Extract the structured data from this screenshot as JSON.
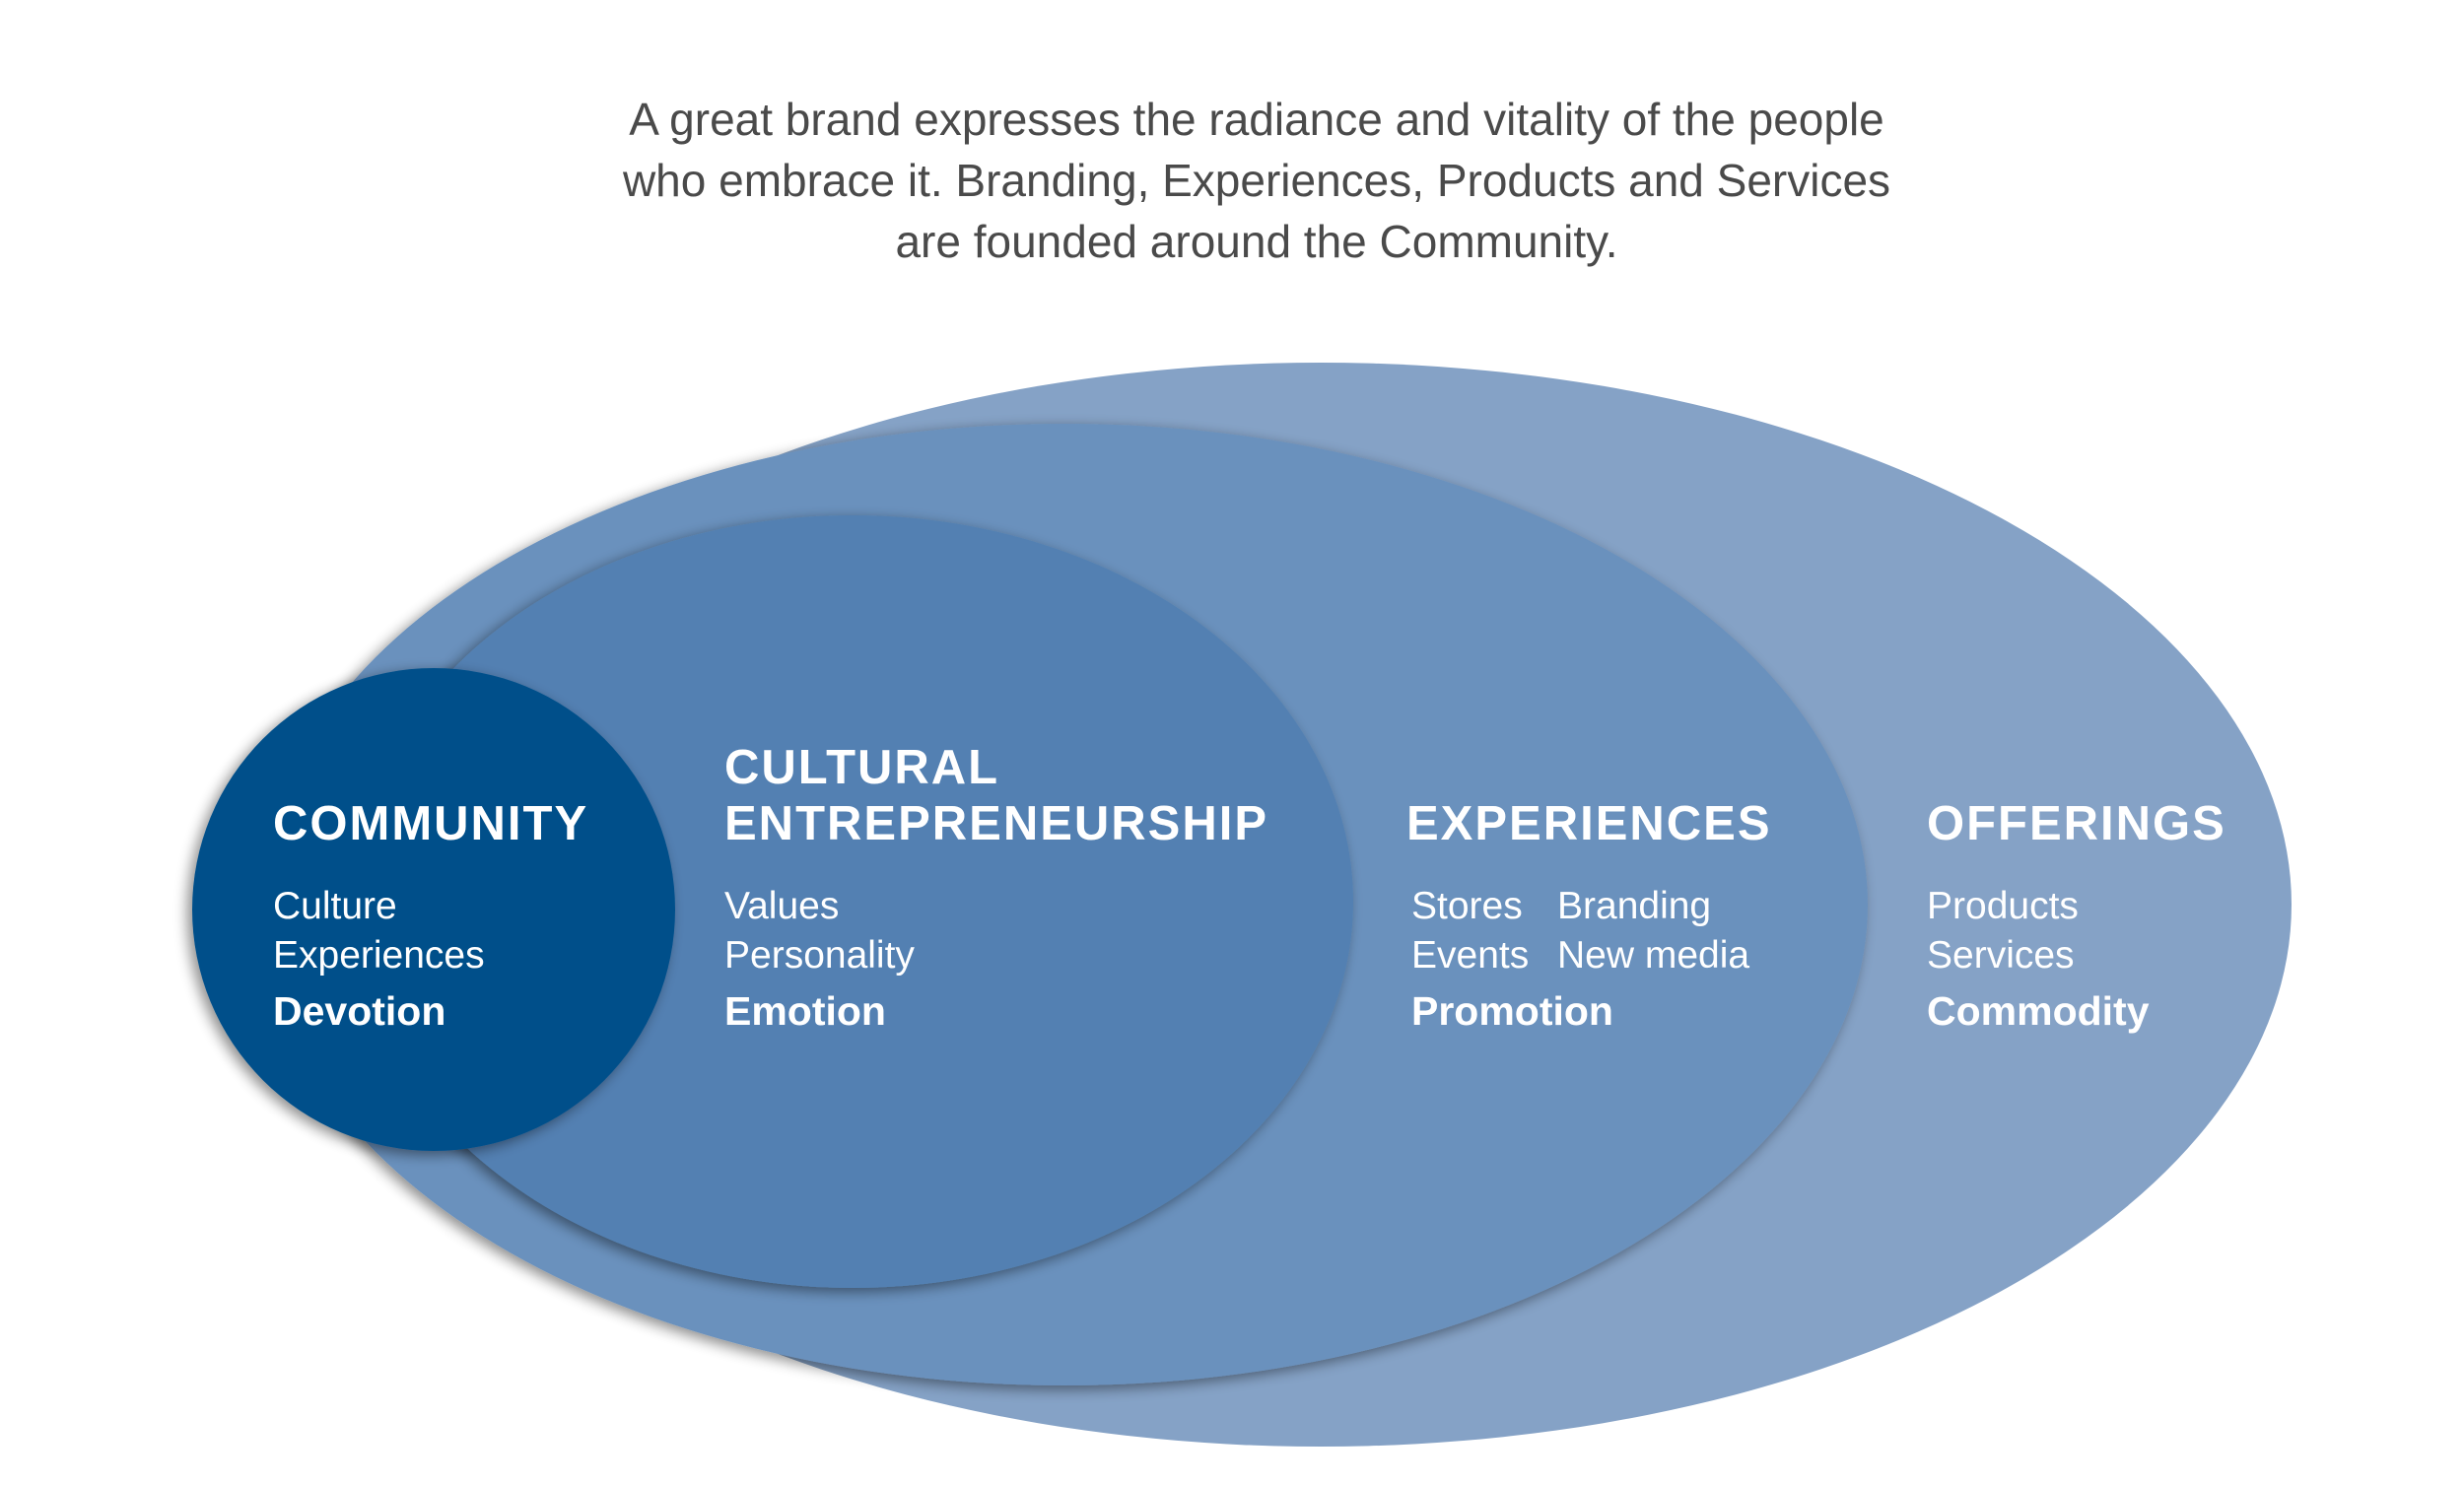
{
  "intro": {
    "lines": [
      "A great brand expresses the radiance and vitality of the people",
      "who embrace it. Branding, Experiences, Products and Services",
      "are founded around the Community."
    ]
  },
  "colors": {
    "offerings": "#85a2c6",
    "experiences": "#6b91bd",
    "cultural": "#5280b2",
    "community": "#02508a",
    "text": "#ffffff",
    "intro_text": "#4a4a4a"
  },
  "layers": {
    "offerings": {
      "heading": "OFFERINGS",
      "items": [
        "Products",
        "Services"
      ],
      "keyword": "Commodity"
    },
    "experiences": {
      "heading": "EXPERIENCES",
      "items_left": [
        "Stores",
        "Events"
      ],
      "items_right": [
        "Branding",
        "New media"
      ],
      "keyword": "Promotion"
    },
    "cultural": {
      "heading_lines": [
        "CULTURAL",
        "ENTREPRENEURSHIP"
      ],
      "items": [
        "Values",
        "Personality"
      ],
      "keyword": "Emotion"
    },
    "community": {
      "heading": "COMMUNITY",
      "items": [
        "Culture",
        "Experiences"
      ],
      "keyword": "Devotion"
    }
  }
}
